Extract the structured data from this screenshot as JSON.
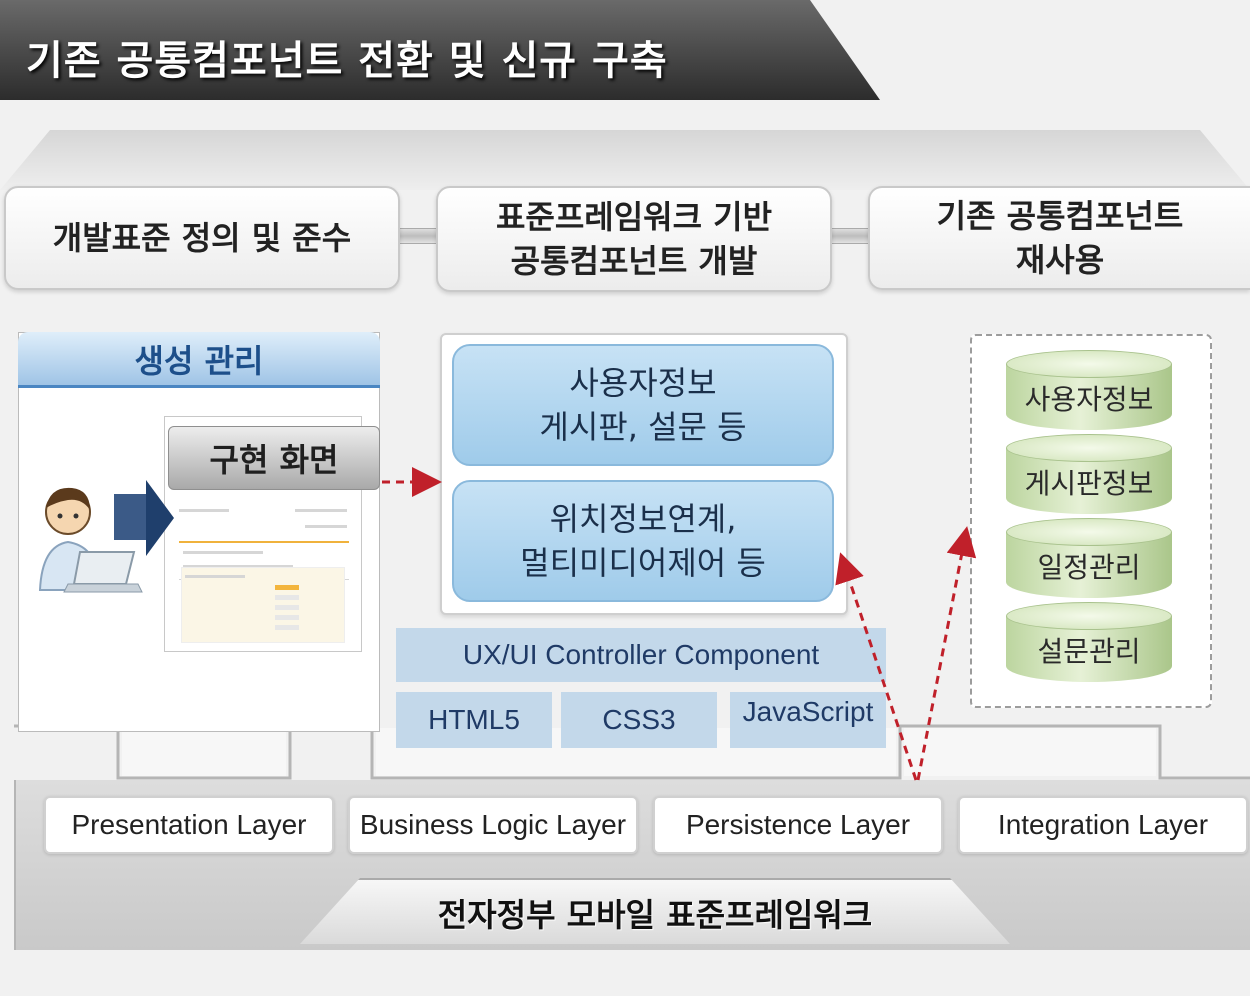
{
  "title": "기존 공통컴포넌트 전환 및 신규 구축",
  "headers": [
    "개발표준 정의 및 준수",
    "표준프레임워크 기반\n공통컴포넌트 개발",
    "기존 공통컴포넌트\n재사용"
  ],
  "left_panel": {
    "title": "생성 관리",
    "screen_label": "구현 화면"
  },
  "middle": {
    "box1": "사용자정보\n게시판, 설문 등",
    "box2": "위치정보연계,\n멀티미디어제어 등",
    "controller": "UX/UI Controller Component",
    "tech": [
      "HTML5",
      "CSS3",
      "JavaScript"
    ]
  },
  "databases": [
    "사용자정보",
    "게시판정보",
    "일정관리",
    "설문관리"
  ],
  "layers": [
    "Presentation Layer",
    "Business Logic Layer",
    "Persistence Layer",
    "Integration Layer"
  ],
  "framework": "전자정부  모바일 표준프레임워크",
  "colors": {
    "accent_blue": "#4a86c2",
    "box_blue": "#b4d6ef",
    "db_green": "#cfe2b6",
    "arrow_red": "#c0202a",
    "title_dark": "#2c2c2c"
  }
}
